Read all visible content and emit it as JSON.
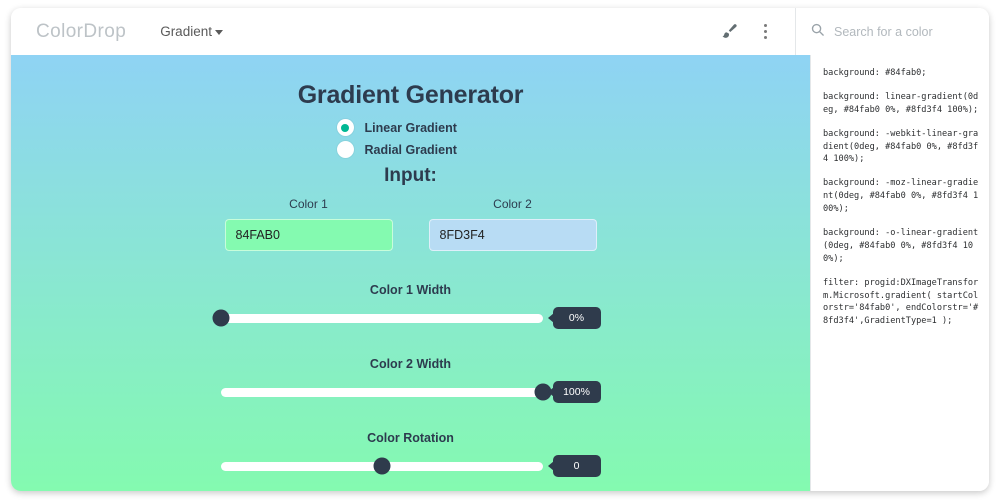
{
  "header": {
    "brand": "ColorDrop",
    "nav_label": "Gradient",
    "brush_icon": "paintbrush-icon",
    "kebab_icon": "more-vertical-icon",
    "search_icon": "search-icon",
    "search_placeholder": "Search for a color",
    "search_value": ""
  },
  "generator": {
    "title": "Gradient Generator",
    "gradient_types": [
      {
        "label": "Linear Gradient",
        "selected": true
      },
      {
        "label": "Radial Gradient",
        "selected": false
      }
    ],
    "input_heading": "Input:",
    "colors": [
      {
        "label": "Color 1",
        "value": "84FAB0",
        "hex": "#84fab0"
      },
      {
        "label": "Color 2",
        "value": "8FD3F4",
        "hex": "#8fd3f4"
      }
    ],
    "sliders": [
      {
        "label": "Color 1 Width",
        "value": "0%",
        "percent": 0
      },
      {
        "label": "Color 2 Width",
        "value": "100%",
        "percent": 100
      },
      {
        "label": "Color Rotation",
        "value": "0",
        "percent": 50
      }
    ]
  },
  "preview": {
    "background_css": "linear-gradient(0deg, #84fab0 0%, #8fd3f4 100%)"
  },
  "code": {
    "lines": [
      "background: #84fab0;",
      "background: linear-gradient(0deg, #84fab0 0%, #8fd3f4 100%);",
      "background: -webkit-linear-gradient(0deg, #84fab0 0%, #8fd3f4 100%);",
      "background: -moz-linear-gradient(0deg, #84fab0 0%, #8fd3f4 100%);",
      "background: -o-linear-gradient(0deg, #84fab0 0%, #8fd3f4 100%);",
      "filter: progid:DXImageTransform.Microsoft.gradient( startColorstr='84fab0', endColorstr='#8fd3f4',GradientType=1 );"
    ],
    "line_0": "background: #84fab0;",
    "line_1": "background: linear-gradient(0deg, #84fab0 0%, #8fd3f4 100%);",
    "line_2": "background: -webkit-linear-gradient(0deg, #84fab0 0%, #8fd3f4 100%);",
    "line_3": "background: -moz-linear-gradient(0deg, #84fab0 0%, #8fd3f4 100%);",
    "line_4": "background: -o-linear-gradient(0deg, #84fab0 0%, #8fd3f4 100%);",
    "line_5": "filter: progid:DXImageTransform.Microsoft.gradient( startColorstr='84fab0', endColorstr='#8fd3f4',GradientType=1 );"
  },
  "theme": {
    "accent": "#00b894",
    "dark": "#2f3b4c",
    "brand_gray": "#bdc3c7"
  }
}
